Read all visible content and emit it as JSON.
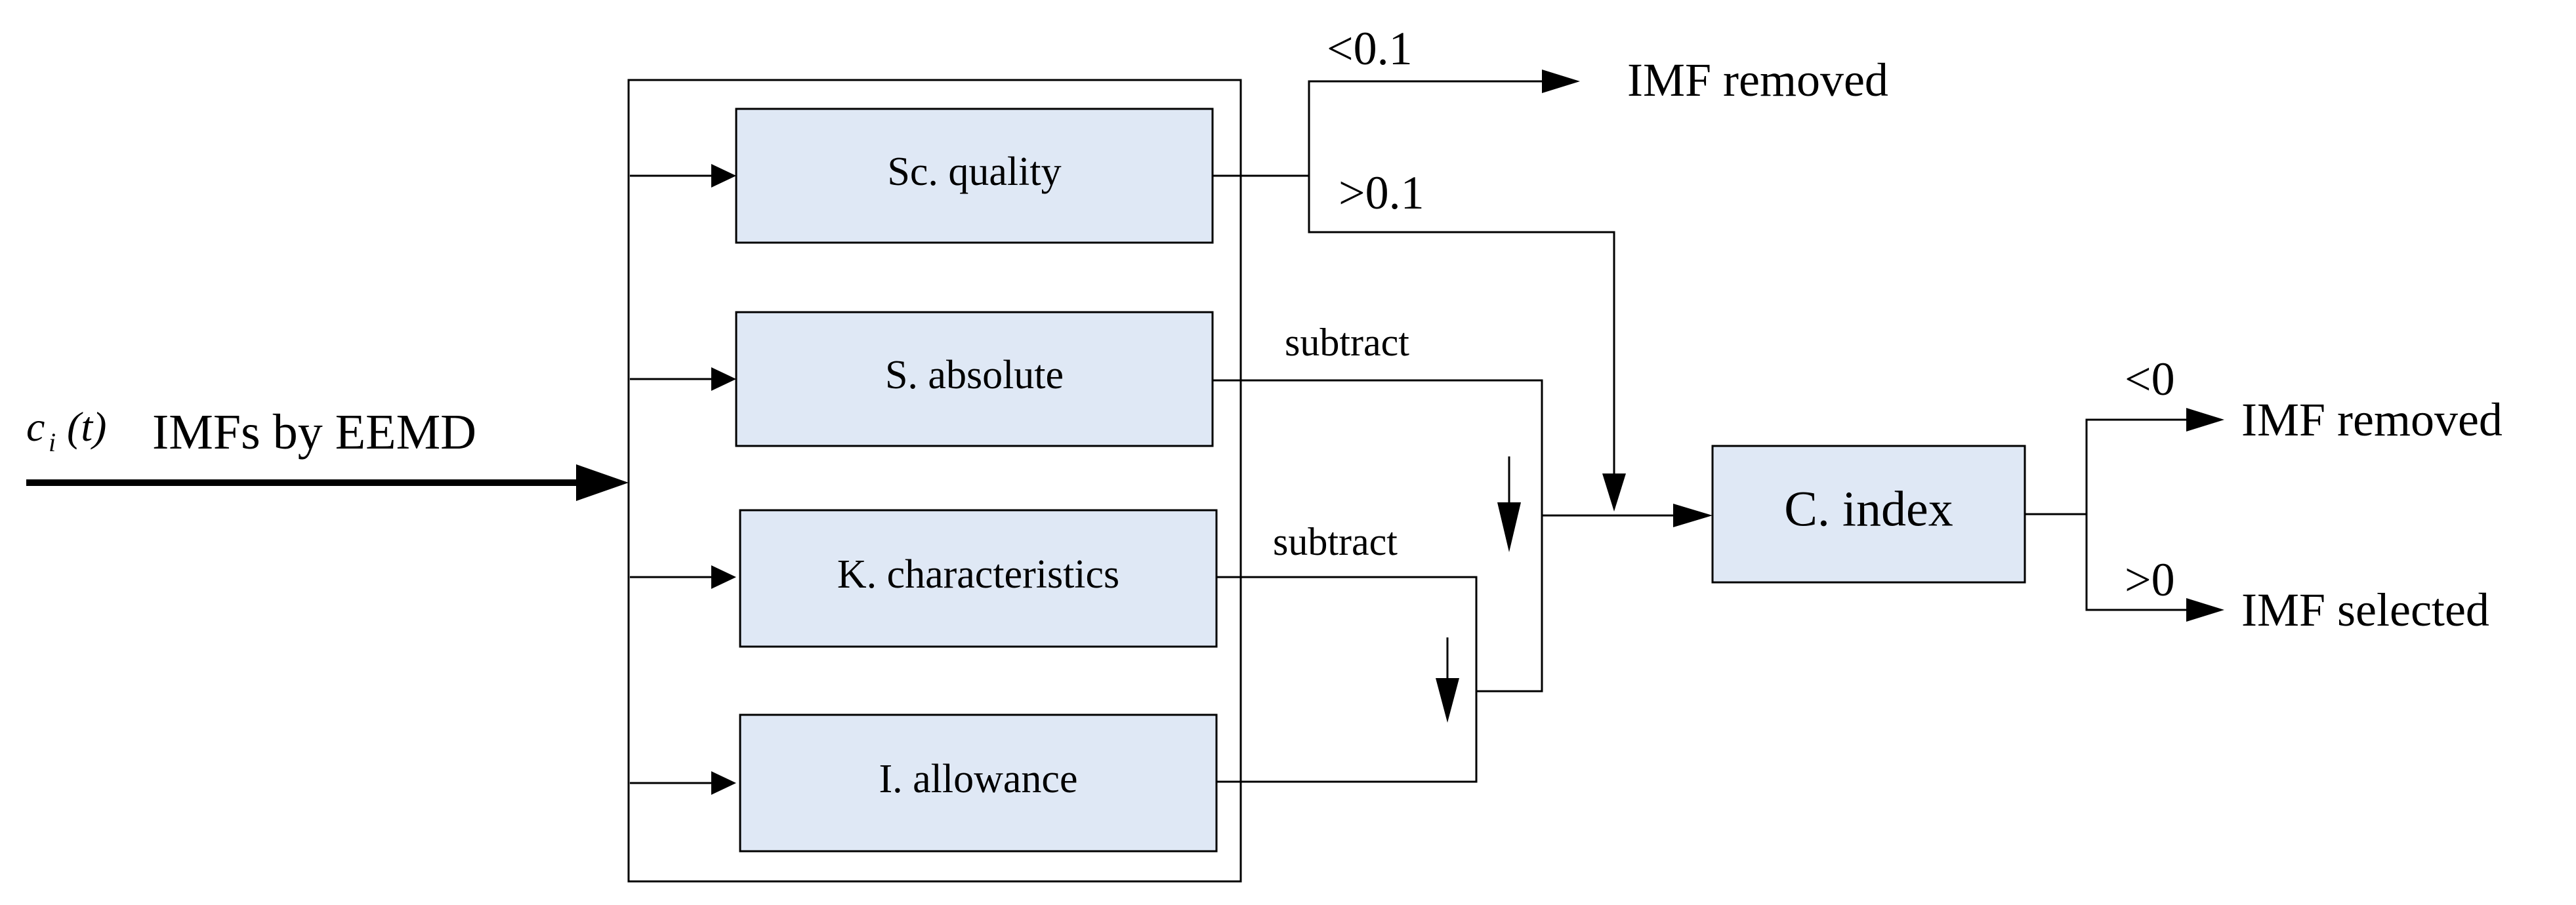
{
  "input": {
    "math_label": "c",
    "math_subscript": "i",
    "math_arg": "(t)",
    "label": "IMFs by EEMD"
  },
  "boxes": {
    "sc_quality": "Sc. quality",
    "s_absolute": "S. absolute",
    "k_characteristics": "K. characteristics",
    "i_allowance": "I. allowance",
    "c_index": "C. index"
  },
  "branches": {
    "top_lt": "<0.1",
    "top_gt": ">0.1",
    "top_removed": "IMF removed",
    "subtract_1": "subtract",
    "subtract_2": "subtract",
    "right_lt": "<0",
    "right_gt": ">0",
    "right_removed": "IMF removed",
    "right_selected": "IMF selected"
  },
  "colors": {
    "box_fill": "#dfe8f5",
    "line": "#000000"
  }
}
